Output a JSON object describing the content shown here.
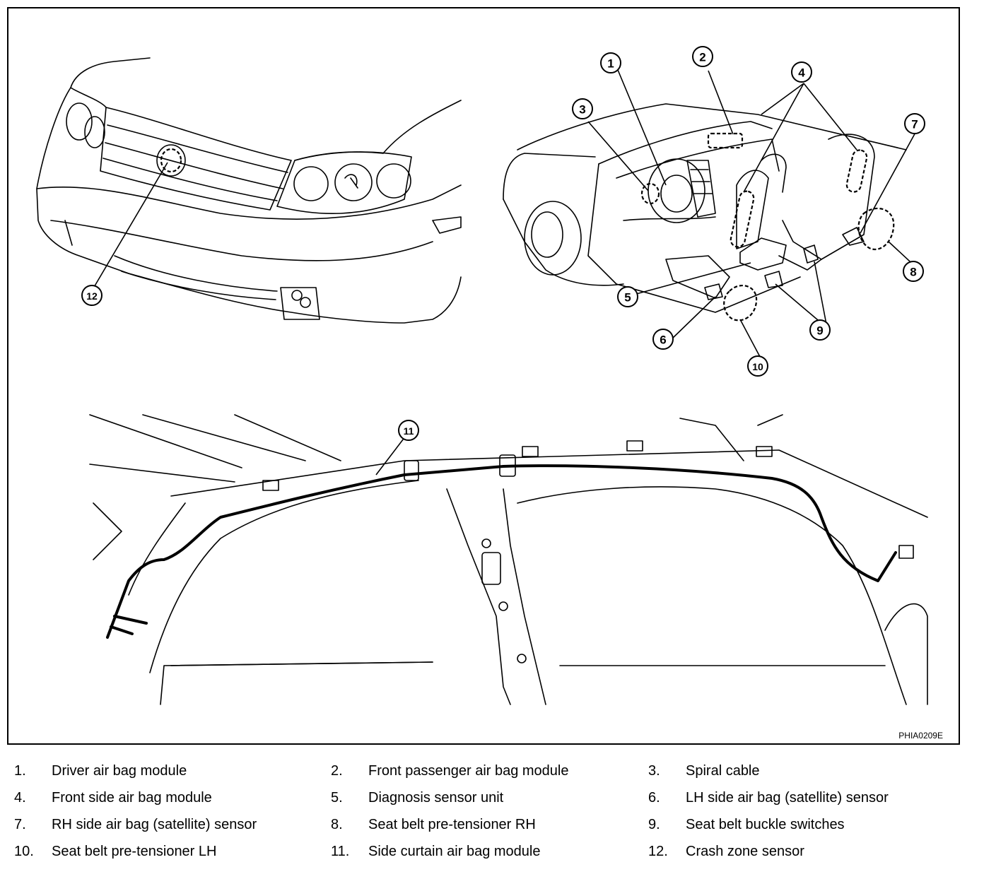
{
  "figure": {
    "code": "PHIA0209E",
    "callouts": [
      "1",
      "2",
      "3",
      "4",
      "5",
      "6",
      "7",
      "8",
      "9",
      "10",
      "11",
      "12"
    ]
  },
  "legend": {
    "items": [
      {
        "num": "1.",
        "label": "Driver air bag module"
      },
      {
        "num": "2.",
        "label": "Front passenger air bag module"
      },
      {
        "num": "3.",
        "label": "Spiral cable"
      },
      {
        "num": "4.",
        "label": "Front side air bag module"
      },
      {
        "num": "5.",
        "label": "Diagnosis sensor unit"
      },
      {
        "num": "6.",
        "label": "LH side air bag (satellite) sensor"
      },
      {
        "num": "7.",
        "label": "RH side air bag (satellite) sensor"
      },
      {
        "num": "8.",
        "label": "Seat belt pre-tensioner RH"
      },
      {
        "num": "9.",
        "label": "Seat belt buckle switches"
      },
      {
        "num": "10.",
        "label": "Seat belt pre-tensioner LH"
      },
      {
        "num": "11.",
        "label": "Side curtain air bag module"
      },
      {
        "num": "12.",
        "label": "Crash zone sensor"
      }
    ]
  }
}
